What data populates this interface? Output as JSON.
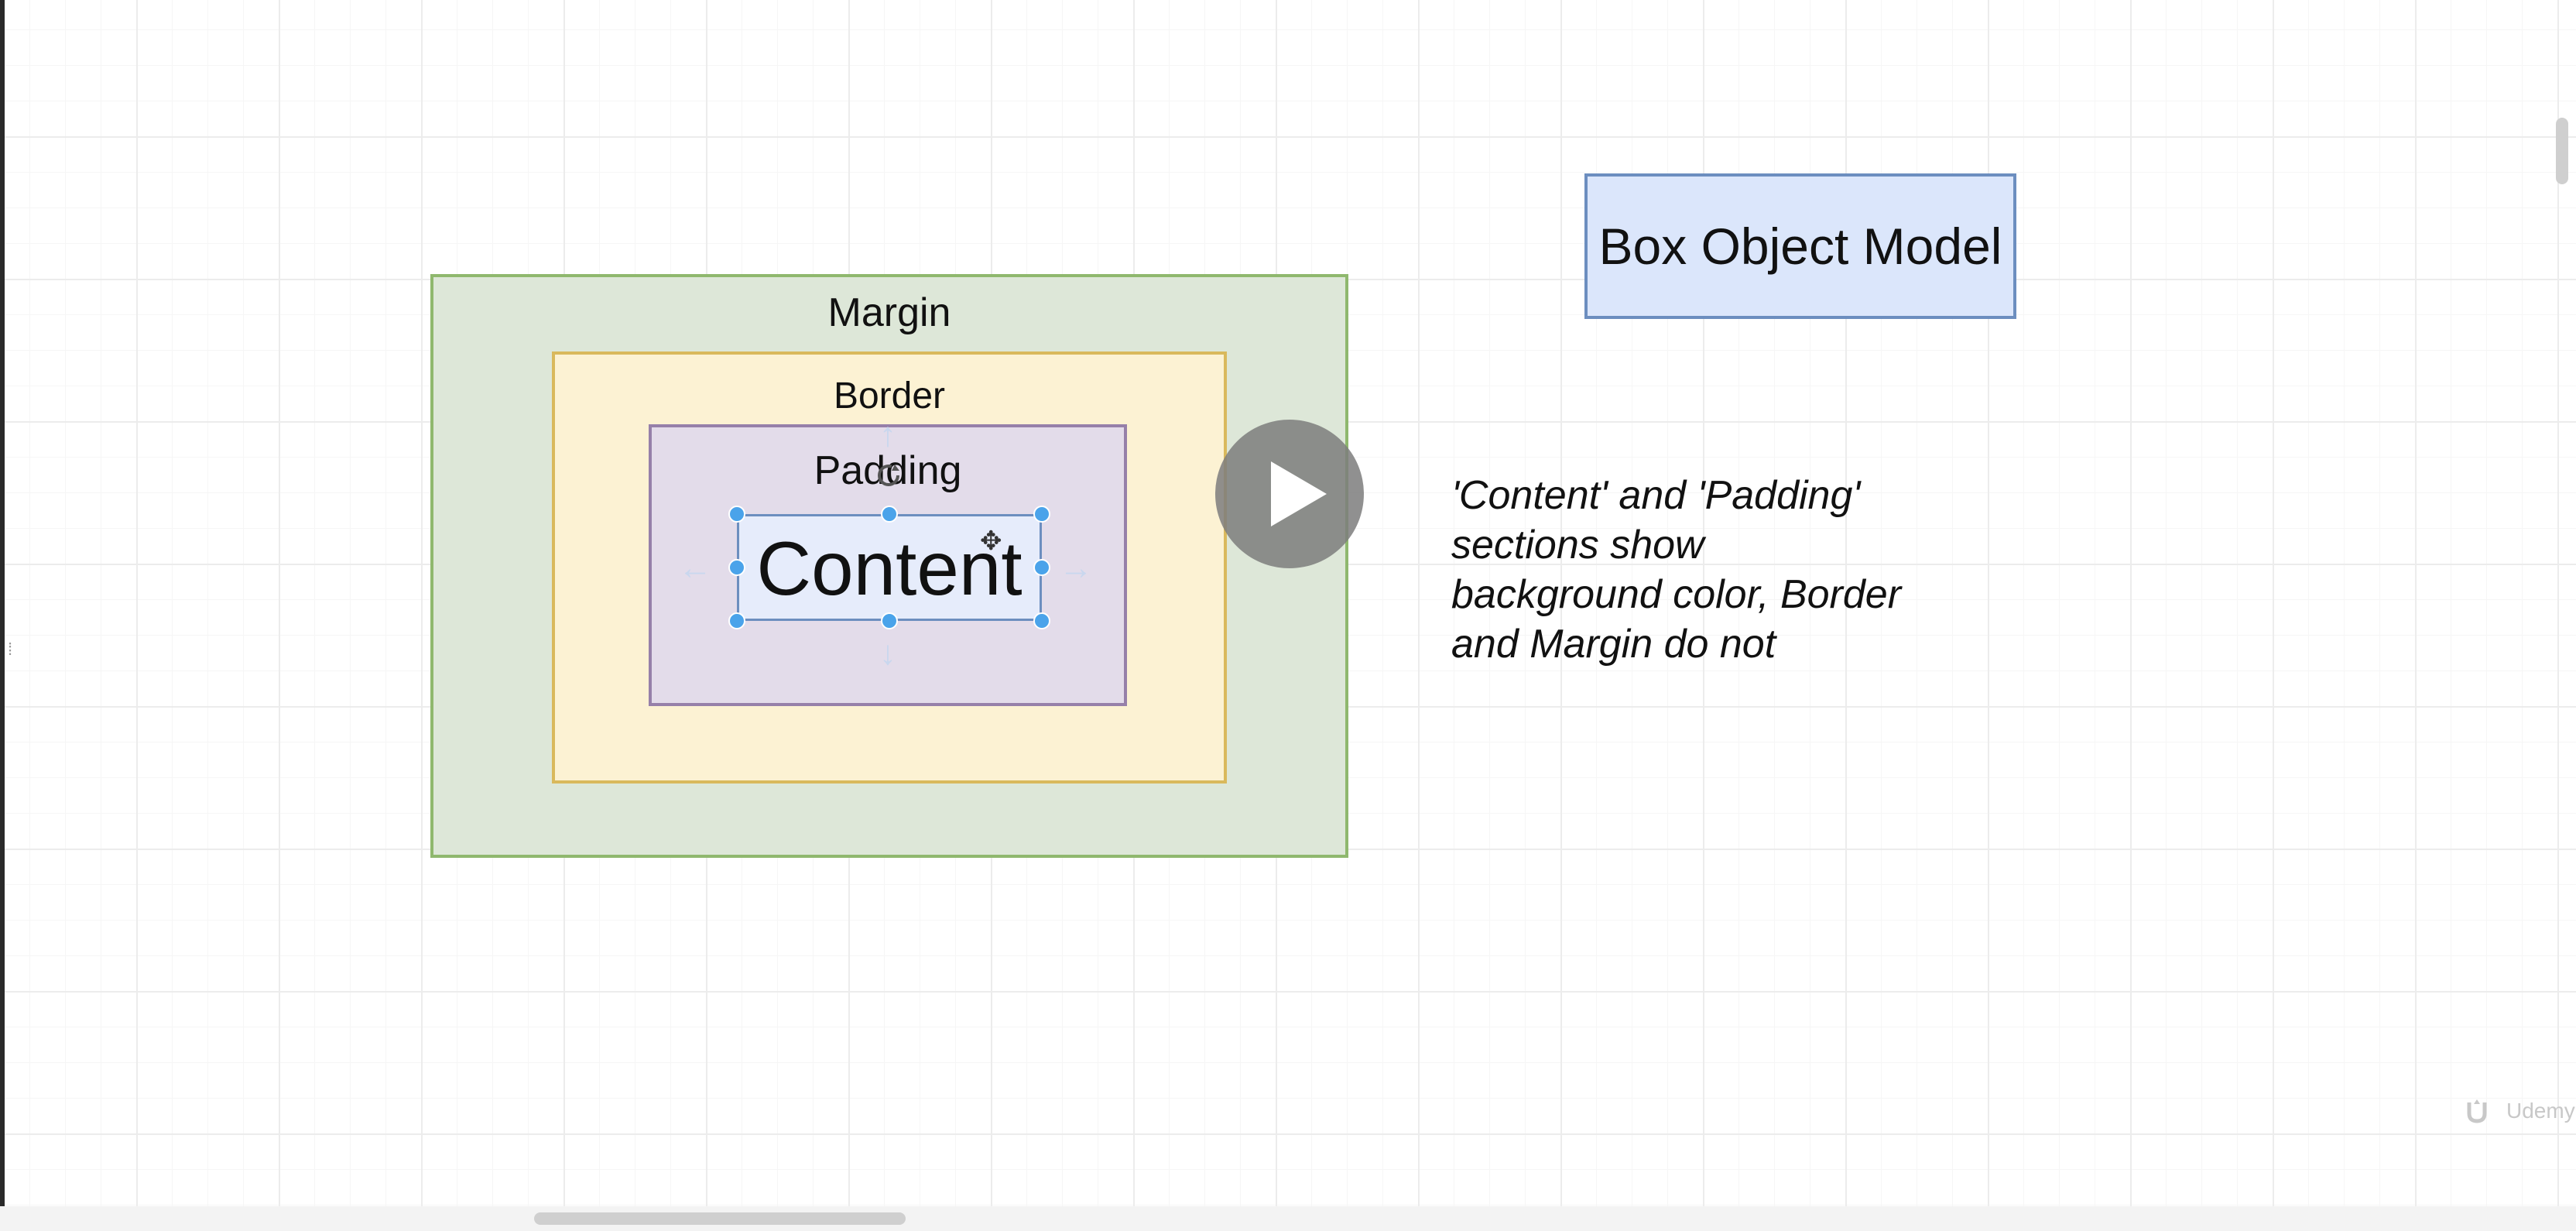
{
  "diagram": {
    "margin_label": "Margin",
    "border_label": "Border",
    "padding_label": "Padding",
    "content_label": "Content"
  },
  "title_box": {
    "text": "Box Object Model"
  },
  "annotation": {
    "lines": [
      "'Content' and 'Padding'",
      "sections show",
      "background color, Border",
      "and Margin do not"
    ]
  },
  "watermark": {
    "text": "Udemy"
  },
  "icons": {
    "play": "play-icon",
    "move_cursor": "move-cursor-icon",
    "rotate_handle": "rotate-icon"
  },
  "colors": {
    "margin_fill": "#dde7d8",
    "margin_stroke": "#8fb86e",
    "border_fill": "#fcf2d3",
    "border_stroke": "#d9b95c",
    "padding_fill": "#e3dcea",
    "padding_stroke": "#9680a9",
    "content_fill": "#e6ecfb",
    "content_stroke": "#6c8ebf",
    "selection_handle": "#4aa3ea"
  }
}
